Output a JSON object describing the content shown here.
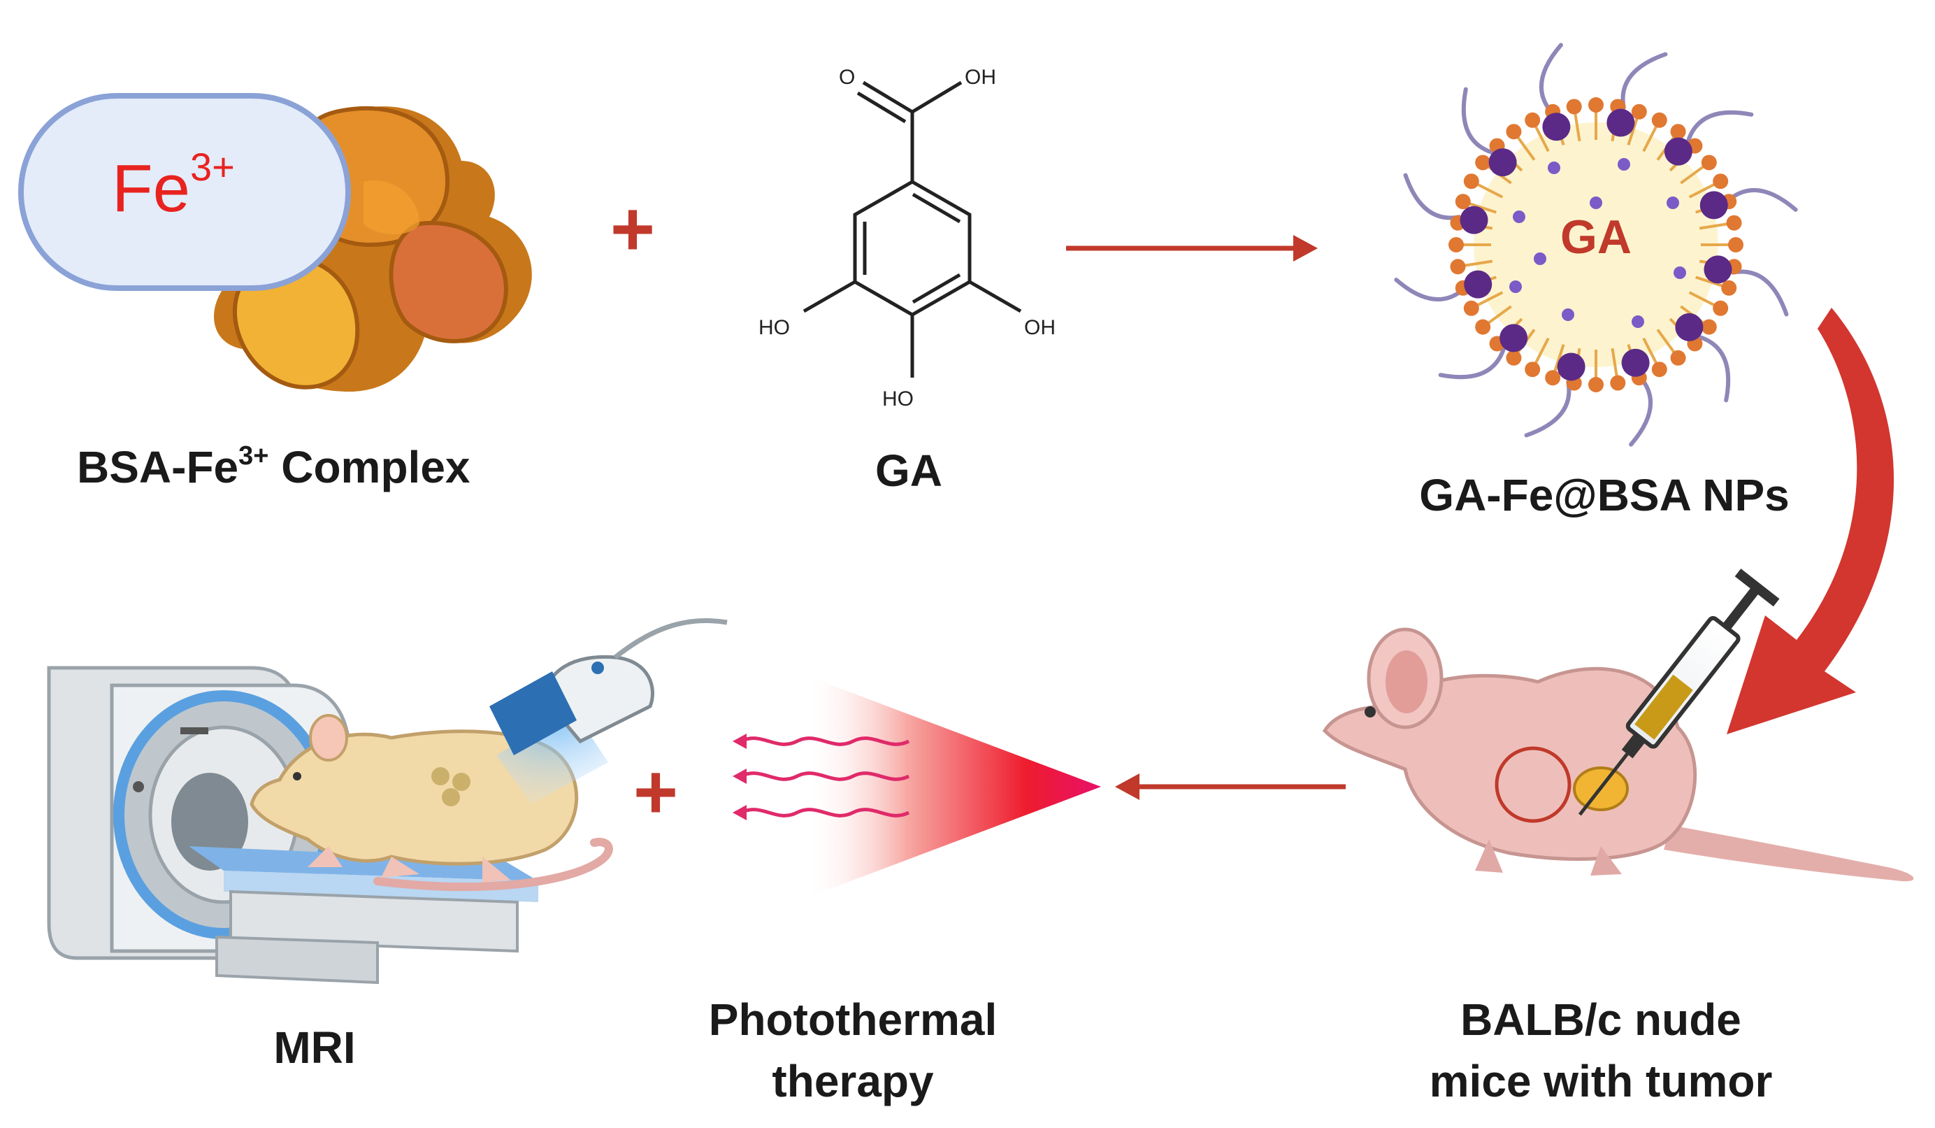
{
  "fe_badge": {
    "base": "Fe",
    "charge": "3+"
  },
  "labels": {
    "bsa": {
      "main": "BSA-Fe",
      "sup": "3+",
      "tail": " Complex"
    },
    "ga": "GA",
    "np": "GA-Fe@BSA NPs",
    "np_core": "GA",
    "mri": "MRI",
    "ptt_line1": "Photothermal",
    "ptt_line2": "therapy",
    "mice_line1": "BALB/c nude",
    "mice_line2": "mice with tumor"
  },
  "structure": {
    "o": "O",
    "oh_top": "OH",
    "ho_left": "HO",
    "oh_right": "OH",
    "ho_bottom": "HO"
  },
  "operators": {
    "plus_top": "+",
    "plus_bottom": "+"
  },
  "colors": {
    "red_accent": "#c0392b",
    "fe_text": "#e8231f",
    "fe_fill": "#e4ecfa",
    "fe_border": "#8aa2d6",
    "np_core": "#fdf4cf",
    "np_dot": "#e07832",
    "np_purple": "#5b2a86",
    "mouse_pink": "#e9b9b4",
    "rat_tan": "#f2d9a8",
    "laser_red": "#e8103c"
  }
}
